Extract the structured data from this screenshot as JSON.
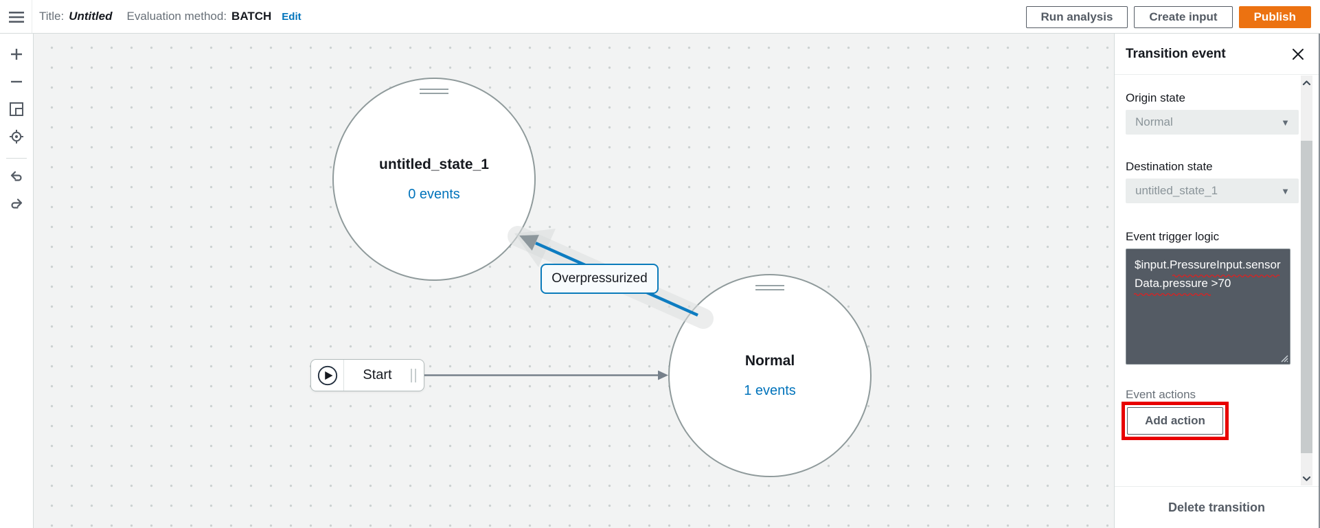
{
  "topbar": {
    "title_label": "Title:",
    "title_value": "Untitled",
    "eval_label": "Evaluation method:",
    "eval_value": "BATCH",
    "edit_link": "Edit",
    "run_analysis_label": "Run analysis",
    "create_input_label": "Create input",
    "publish_label": "Publish"
  },
  "toolbar": {
    "icons": [
      "zoom-in",
      "zoom-out",
      "fit-view",
      "center-view",
      "undo",
      "redo"
    ]
  },
  "canvas": {
    "start": {
      "label": "Start"
    },
    "states": [
      {
        "name": "untitled_state_1",
        "events": "0 events"
      },
      {
        "name": "Normal",
        "events": "1 events"
      }
    ],
    "transition": {
      "label": "Overpressurized"
    }
  },
  "panel": {
    "title": "Transition event",
    "origin": {
      "label": "Origin state",
      "value": "Normal"
    },
    "destination": {
      "label": "Destination state",
      "value": "untitled_state_1"
    },
    "trigger": {
      "label": "Event trigger logic",
      "value": "$input.PressureInput.sensorData.pressure >70"
    },
    "actions": {
      "label": "Event actions",
      "add_button": "Add action"
    },
    "footer": {
      "delete_button": "Delete transition"
    }
  },
  "colors": {
    "publish_orange": "#ec7211",
    "link_blue": "#0073bb",
    "transition_blue": "#0d7cc1",
    "annotation_red": "#e80000",
    "code_bg": "#545b64"
  }
}
